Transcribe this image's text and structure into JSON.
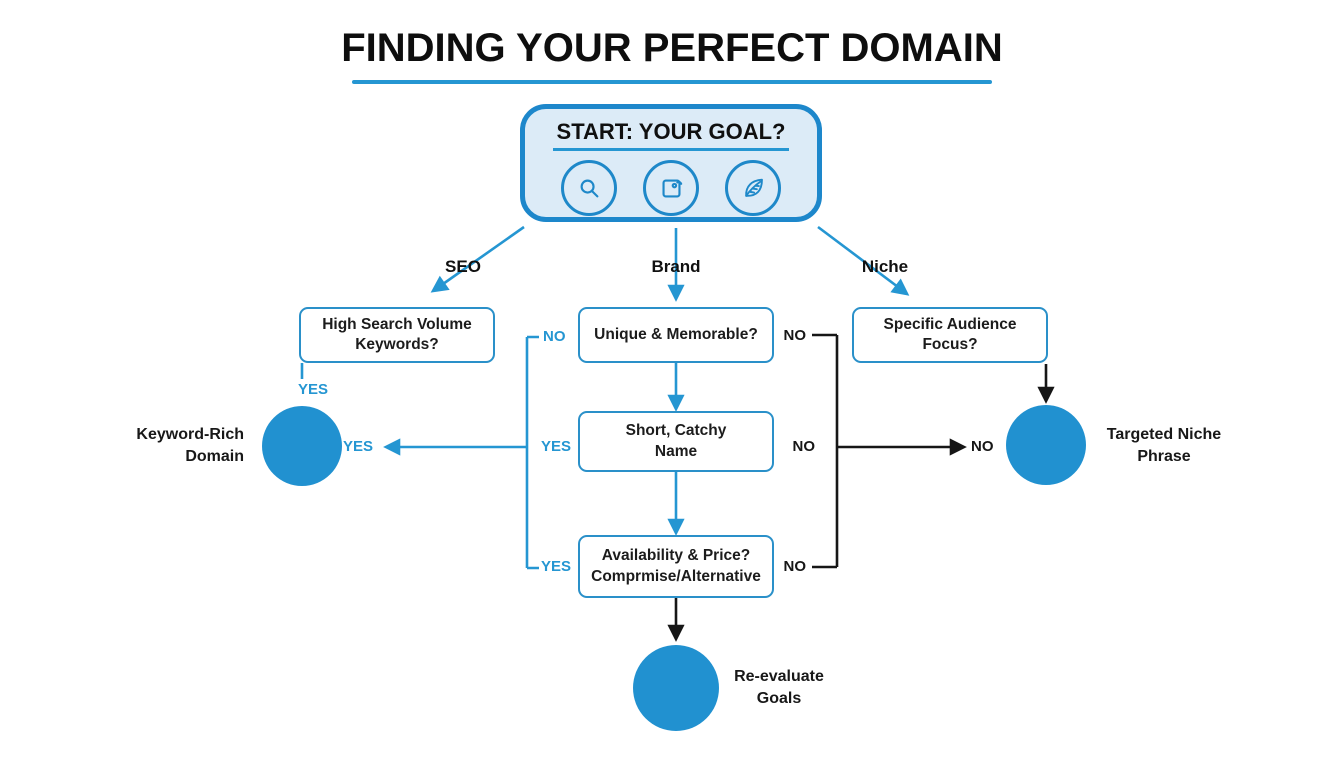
{
  "title": "FINDING YOUR PERFECT DOMAIN",
  "start": {
    "label": "START: YOUR GOAL?",
    "icons": [
      {
        "name": "search-icon"
      },
      {
        "name": "tag-icon"
      },
      {
        "name": "leaf-icon"
      }
    ]
  },
  "branches": {
    "seo": "SEO",
    "brand": "Brand",
    "niche": "Niche"
  },
  "nodes": {
    "high_search": {
      "lines": [
        "High Search Volume",
        "Keywords?"
      ]
    },
    "unique": {
      "lines": [
        "Unique & Memorable?"
      ]
    },
    "audience": {
      "lines": [
        "Specific Audience",
        "Focus?"
      ]
    },
    "short_catchy": {
      "lines": [
        "Short, Catchy",
        "Name"
      ]
    },
    "availability": {
      "lines": [
        "Availability & Price?",
        "Comprmise/Alternative"
      ]
    }
  },
  "edge_labels": {
    "seo_yes": "YES",
    "keyword_yes": "YES",
    "bracket_left": {
      "top_no": "NO",
      "mid_yes": "YES",
      "bottom_yes": "YES"
    },
    "bracket_right": {
      "top_no": "NO",
      "mid_no": "NO",
      "bottom_no": "NO"
    },
    "niche_no": "NO"
  },
  "terminals": {
    "keyword_rich": {
      "lines": [
        "Keyword-Rich",
        "Domain"
      ]
    },
    "targeted_niche": {
      "lines": [
        "Targeted Niche",
        "Phrase"
      ]
    },
    "reevaluate": {
      "lines": [
        "Re-evaluate",
        "Goals"
      ]
    }
  },
  "colors": {
    "line_blue": "#1e88c9",
    "label_blue": "#2596d2",
    "circle_fill": "#2191d0",
    "start_fill": "#dcebf7",
    "text_black": "#161616"
  }
}
